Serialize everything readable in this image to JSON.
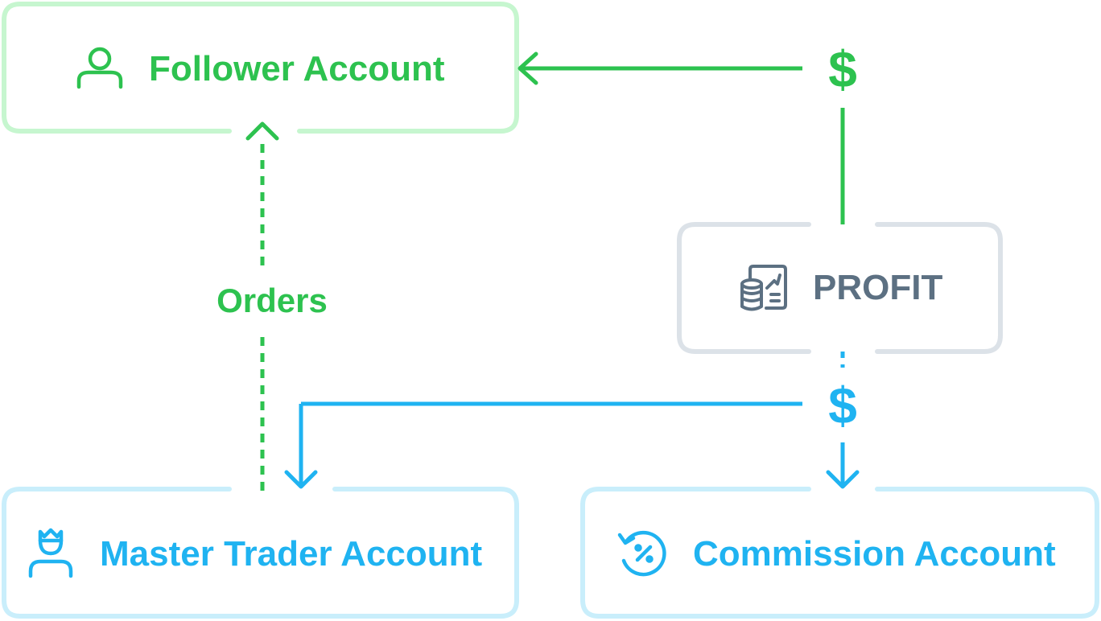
{
  "nodes": {
    "follower": {
      "label": "Follower Account",
      "icon": "user-icon"
    },
    "master": {
      "label": "Master Trader Account",
      "icon": "crowned-user-icon"
    },
    "commission": {
      "label": "Commission Account",
      "icon": "percent-refresh-icon"
    },
    "profit": {
      "label": "PROFIT",
      "icon": "coins-document-icon"
    }
  },
  "edges": {
    "orders": {
      "label": "Orders"
    },
    "profit_to_follower": {
      "label": "$"
    },
    "profit_split": {
      "label": "$"
    }
  },
  "colors": {
    "green": "#2DC24F",
    "green_light": "#C6F6CF",
    "blue": "#1FB3F1",
    "blue_light": "#C9EEFB",
    "gray": "#5C7082",
    "gray_light": "#DCE2E8"
  }
}
